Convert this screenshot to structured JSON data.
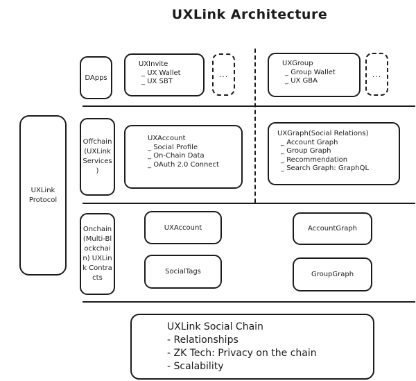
{
  "title": "UXLink Architecture",
  "protocol": "UXLink Protocol",
  "layers": {
    "dapps": "DApps",
    "offchain": "Offchain (UXLink Services )",
    "onchain": "Onchain (Multi-Blockchain) UXLink Contracts"
  },
  "dapps_row": {
    "uxinvite": {
      "title": "UXInvite",
      "items": [
        "UX Wallet",
        "UX SBT"
      ]
    },
    "uxgroup": {
      "title": "UXGroup",
      "items": [
        "Group Wallet",
        "UX GBA"
      ]
    },
    "more_left": "...",
    "more_right": "..."
  },
  "offchain_row": {
    "uxaccount": {
      "title": "UXAccount",
      "items": [
        "Social Profile",
        "On-Chain Data",
        "OAuth 2.0 Connect"
      ]
    },
    "uxgraph": {
      "title": "UXGraph(Social Relations)",
      "items": [
        "Account Graph",
        "Group Graph",
        "Recommendation",
        "Search Graph: GraphQL"
      ]
    }
  },
  "onchain_row": {
    "uxaccount": "UXAccount",
    "socialtags": "SocialTags",
    "accountgraph": "AccountGraph",
    "groupgraph": "GroupGraph"
  },
  "social_chain": {
    "title": "UXLink Social Chain",
    "items": [
      "Relationships",
      "ZK Tech: Privacy on the chain",
      "Scalability"
    ]
  }
}
